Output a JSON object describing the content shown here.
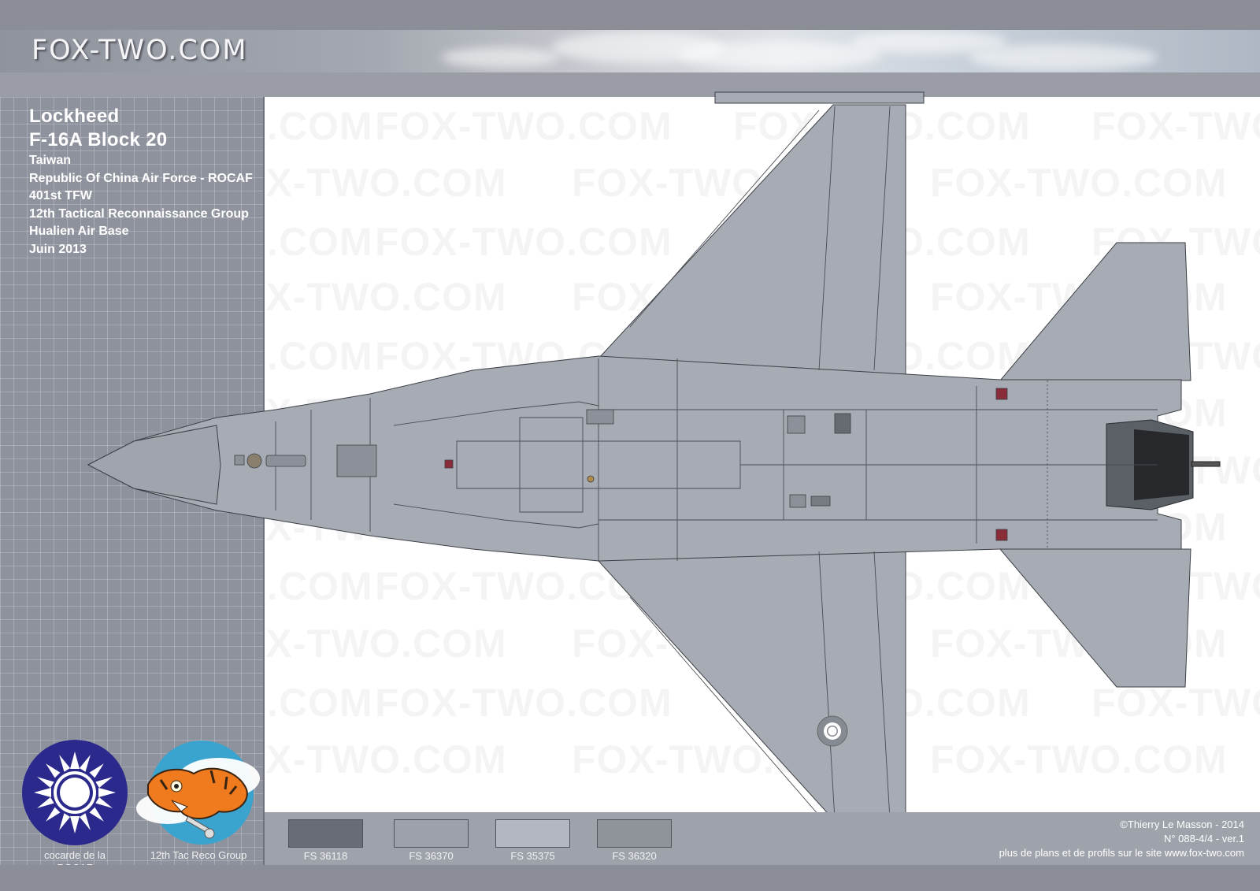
{
  "header": {
    "logo_text": "FOX-TWO.COM"
  },
  "aircraft": {
    "maker": "Lockheed",
    "model": "F-16A Block 20",
    "country": "Taiwan",
    "air_force": "Republic Of China Air Force - ROCAF",
    "wing": "401st TFW",
    "group": "12th Tactical Reconnaissance Group",
    "base": "Hualien Air Base",
    "date": "Juin 2013"
  },
  "watermark": {
    "text": "FOX-TWO.COM"
  },
  "insignia": [
    {
      "label_line1": "cocarde de la",
      "label_line2": "ROCAF",
      "icon": "roc-roundel-icon",
      "color": "#2b2a8c"
    },
    {
      "label_line1": "12th Tac Reco Group",
      "label_line2": "",
      "icon": "tiger-badge-icon",
      "color": "#3aa4cf"
    }
  ],
  "swatches": [
    {
      "label": "FS 36118",
      "color": "#686c74"
    },
    {
      "label": "FS 36370",
      "color": "#9da1a9"
    },
    {
      "label": "FS 35375",
      "color": "#b3b7bf"
    },
    {
      "label": "FS 36320",
      "color": "#8f949b"
    }
  ],
  "credit": {
    "line1": "©Thierry Le Masson - 2014",
    "line2": "N° 088-4/4   -   ver.1",
    "line3": "plus de plans et de profils sur le site www.fox-two.com"
  },
  "colors": {
    "aircraft_grey": "#a7abb3",
    "panel_line": "#3c3f45",
    "background_grid": "#8e929d"
  }
}
